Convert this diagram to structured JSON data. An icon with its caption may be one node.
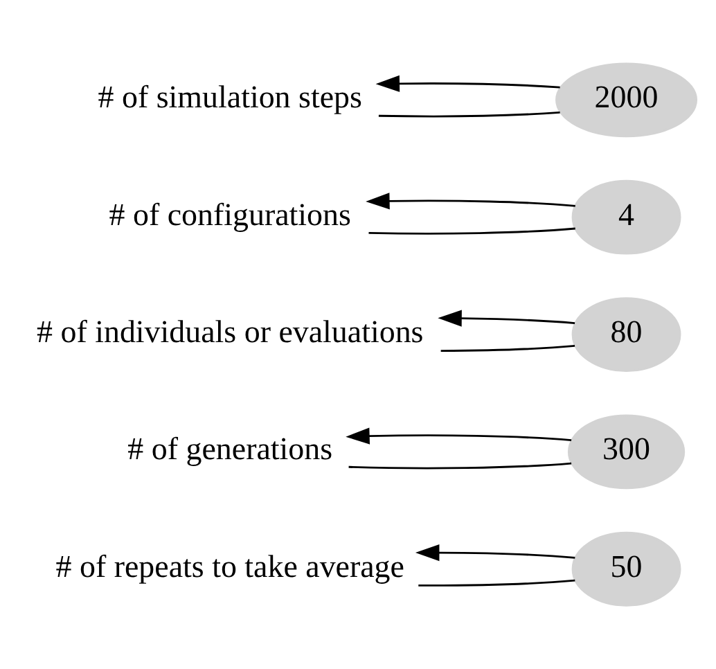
{
  "diagram": {
    "nodes": [
      {
        "text": [
          "# of repeats to take average"
        ]
      },
      {
        "text": [
          "50"
        ]
      },
      {
        "text": [
          "# of generations"
        ]
      },
      {
        "text": [
          "300"
        ]
      },
      {
        "text": [
          "# of individuals or evaluations"
        ]
      },
      {
        "text": [
          "80"
        ]
      },
      {
        "text": [
          "# of configurations"
        ]
      },
      {
        "text": [
          "4"
        ]
      },
      {
        "text": [
          "# of simulation steps"
        ]
      },
      {
        "text": [
          "2000"
        ]
      }
    ],
    "edges": [
      {
        "from": 0,
        "to": 1,
        "arrow": "none"
      },
      {
        "from": 1,
        "to": 0,
        "arrow": "to"
      },
      {
        "from": 2,
        "to": 3,
        "arrow": "none"
      },
      {
        "from": 3,
        "to": 2,
        "arrow": "to"
      },
      {
        "from": 4,
        "to": 5,
        "arrow": "none"
      },
      {
        "from": 5,
        "to": 4,
        "arrow": "to"
      },
      {
        "from": 6,
        "to": 7,
        "arrow": "none"
      },
      {
        "from": 7,
        "to": 6,
        "arrow": "to"
      },
      {
        "from": 8,
        "to": 9,
        "arrow": "none"
      },
      {
        "from": 9,
        "to": 8,
        "arrow": "to"
      }
    ]
  }
}
